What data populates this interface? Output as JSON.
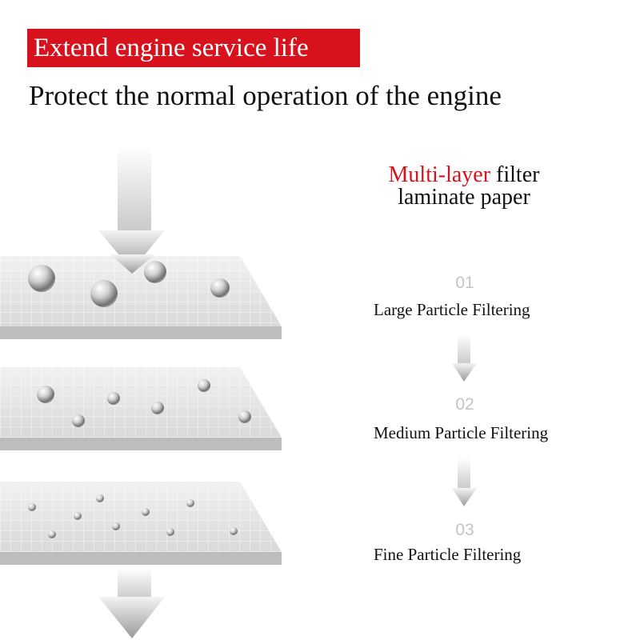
{
  "banner": {
    "text": "Extend engine service life"
  },
  "subtitle": "Protect the normal operation of the engine",
  "filter_title": {
    "accent": "Multi-layer",
    "rest": " filter",
    "line2": "laminate paper"
  },
  "steps": [
    {
      "number": "01",
      "label": "Large Particle Filtering"
    },
    {
      "number": "02",
      "label": "Medium Particle Filtering"
    },
    {
      "number": "03",
      "label": "Fine Particle Filtering"
    }
  ],
  "colors": {
    "accent": "#d8121d",
    "step_number": "#c4c4c4",
    "text": "#111111"
  },
  "icons": [
    "flow-arrow-down-icon",
    "water-droplet-icon"
  ]
}
